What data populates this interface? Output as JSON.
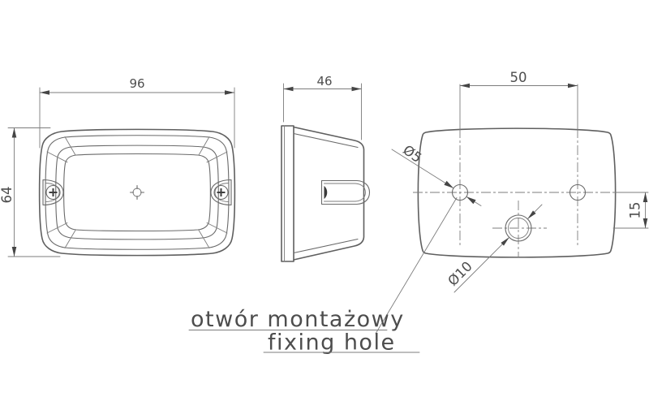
{
  "drawing": {
    "labels": {
      "front_width": "96",
      "front_height": "64",
      "side_depth": "46",
      "hole_spacing": "50",
      "hole_vertical_offset": "15",
      "small_hole_diameter": "Ø5",
      "large_hole_diameter": "Ø10"
    },
    "note": {
      "line1_pl": "otwór montażowy",
      "line2_en": "fixing hole"
    },
    "colors": {
      "background": "#ffffff",
      "outline": "#5f5f5f",
      "dimension_line": "#7c7c7c",
      "text": "#4d4d4d",
      "arrow": "#454545"
    }
  }
}
